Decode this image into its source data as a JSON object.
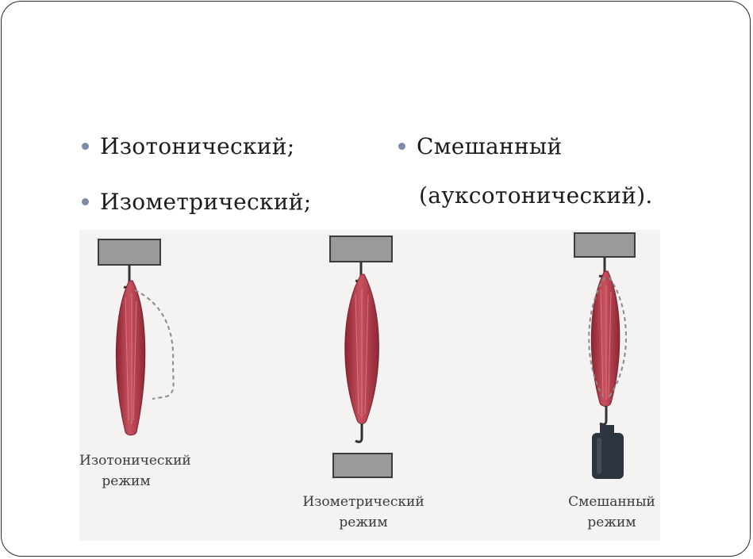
{
  "bullets": {
    "left": [
      "Изотонический;",
      "Изометрический;"
    ],
    "right_line1": "Смешанный",
    "right_line2": "(ауксотонический)."
  },
  "figure": {
    "captions": [
      {
        "line1": "Изотонический",
        "line2": "режим"
      },
      {
        "line1": "Изометрический",
        "line2": "режим"
      },
      {
        "line1": "Смешанный",
        "line2": "режим"
      }
    ],
    "colors": {
      "muscle": "#b83d4b",
      "muscle_dark": "#8a2432",
      "block": "#9a9a9a",
      "weight": "#2d3640",
      "dashed": "#8a8a8a"
    }
  }
}
